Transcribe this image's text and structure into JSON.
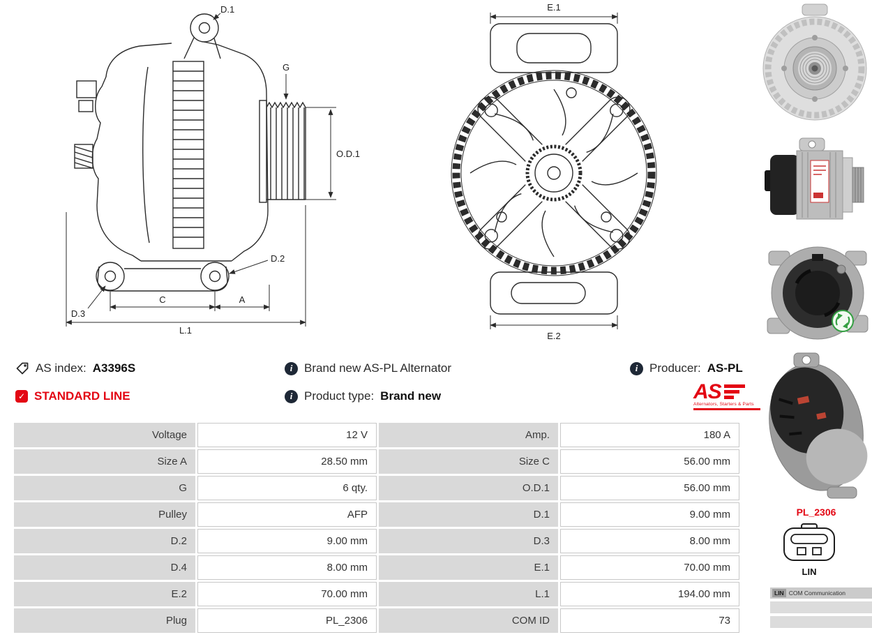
{
  "diagram": {
    "side_view": {
      "d1": "D.1",
      "g": "G",
      "od1": "O.D.1",
      "d2": "D.2",
      "d3": "D.3",
      "c": "C",
      "a": "A",
      "l1": "L.1"
    },
    "front_view": {
      "e1": "E.1",
      "e2": "E.2"
    }
  },
  "icons": {
    "info_glyph": "i",
    "check_glyph": "✓"
  },
  "info": {
    "as_index_label": "AS index:",
    "as_index_value": "A3396S",
    "brand_new": "Brand new AS-PL Alternator",
    "producer_label": "Producer:",
    "producer_value": "AS-PL",
    "standard_line": "STANDARD LINE",
    "product_type_label": "Product type:",
    "product_type_value": "Brand new"
  },
  "logo": {
    "text": "AS",
    "subtext": "Alternators, Starters & Parts"
  },
  "plug": {
    "code": "PL_2306",
    "type": "LIN"
  },
  "comm": {
    "type": "LIN",
    "label": "COM Communication"
  },
  "colors": {
    "accent_red": "#e30613",
    "table_label_bg": "#d9d9d9",
    "diagram_line": "#2b2b2b"
  },
  "specs": {
    "rows": [
      {
        "label_left": "Voltage",
        "value_left": "12 V",
        "label_right": "Amp.",
        "value_right": "180 A"
      },
      {
        "label_left": "Size A",
        "value_left": "28.50 mm",
        "label_right": "Size C",
        "value_right": "56.00 mm"
      },
      {
        "label_left": "G",
        "value_left": "6 qty.",
        "label_right": "O.D.1",
        "value_right": "56.00 mm"
      },
      {
        "label_left": "Pulley",
        "value_left": "AFP",
        "label_right": "D.1",
        "value_right": "9.00 mm"
      },
      {
        "label_left": "D.2",
        "value_left": "9.00 mm",
        "label_right": "D.3",
        "value_right": "8.00 mm"
      },
      {
        "label_left": "D.4",
        "value_left": "8.00 mm",
        "label_right": "E.1",
        "value_right": "70.00 mm"
      },
      {
        "label_left": "E.2",
        "value_left": "70.00 mm",
        "label_right": "L.1",
        "value_right": "194.00 mm"
      },
      {
        "label_left": "Plug",
        "value_left": "PL_2306",
        "label_right": "COM ID",
        "value_right": "73"
      }
    ]
  }
}
